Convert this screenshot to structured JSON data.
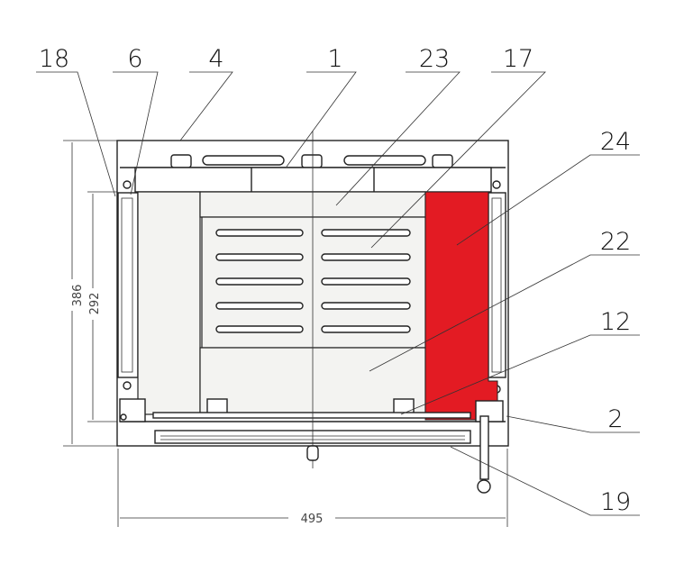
{
  "diagram": {
    "accent_color": "#e31b23",
    "callouts": [
      {
        "id": "18",
        "label": "18"
      },
      {
        "id": "6",
        "label": "6"
      },
      {
        "id": "4",
        "label": "4"
      },
      {
        "id": "1",
        "label": "1"
      },
      {
        "id": "23",
        "label": "23"
      },
      {
        "id": "17",
        "label": "17"
      },
      {
        "id": "24",
        "label": "24"
      },
      {
        "id": "22",
        "label": "22"
      },
      {
        "id": "12",
        "label": "12"
      },
      {
        "id": "2",
        "label": "2"
      },
      {
        "id": "19",
        "label": "19"
      }
    ],
    "dimensions": {
      "height_outer": "386",
      "height_inner": "292",
      "width": "495"
    }
  }
}
